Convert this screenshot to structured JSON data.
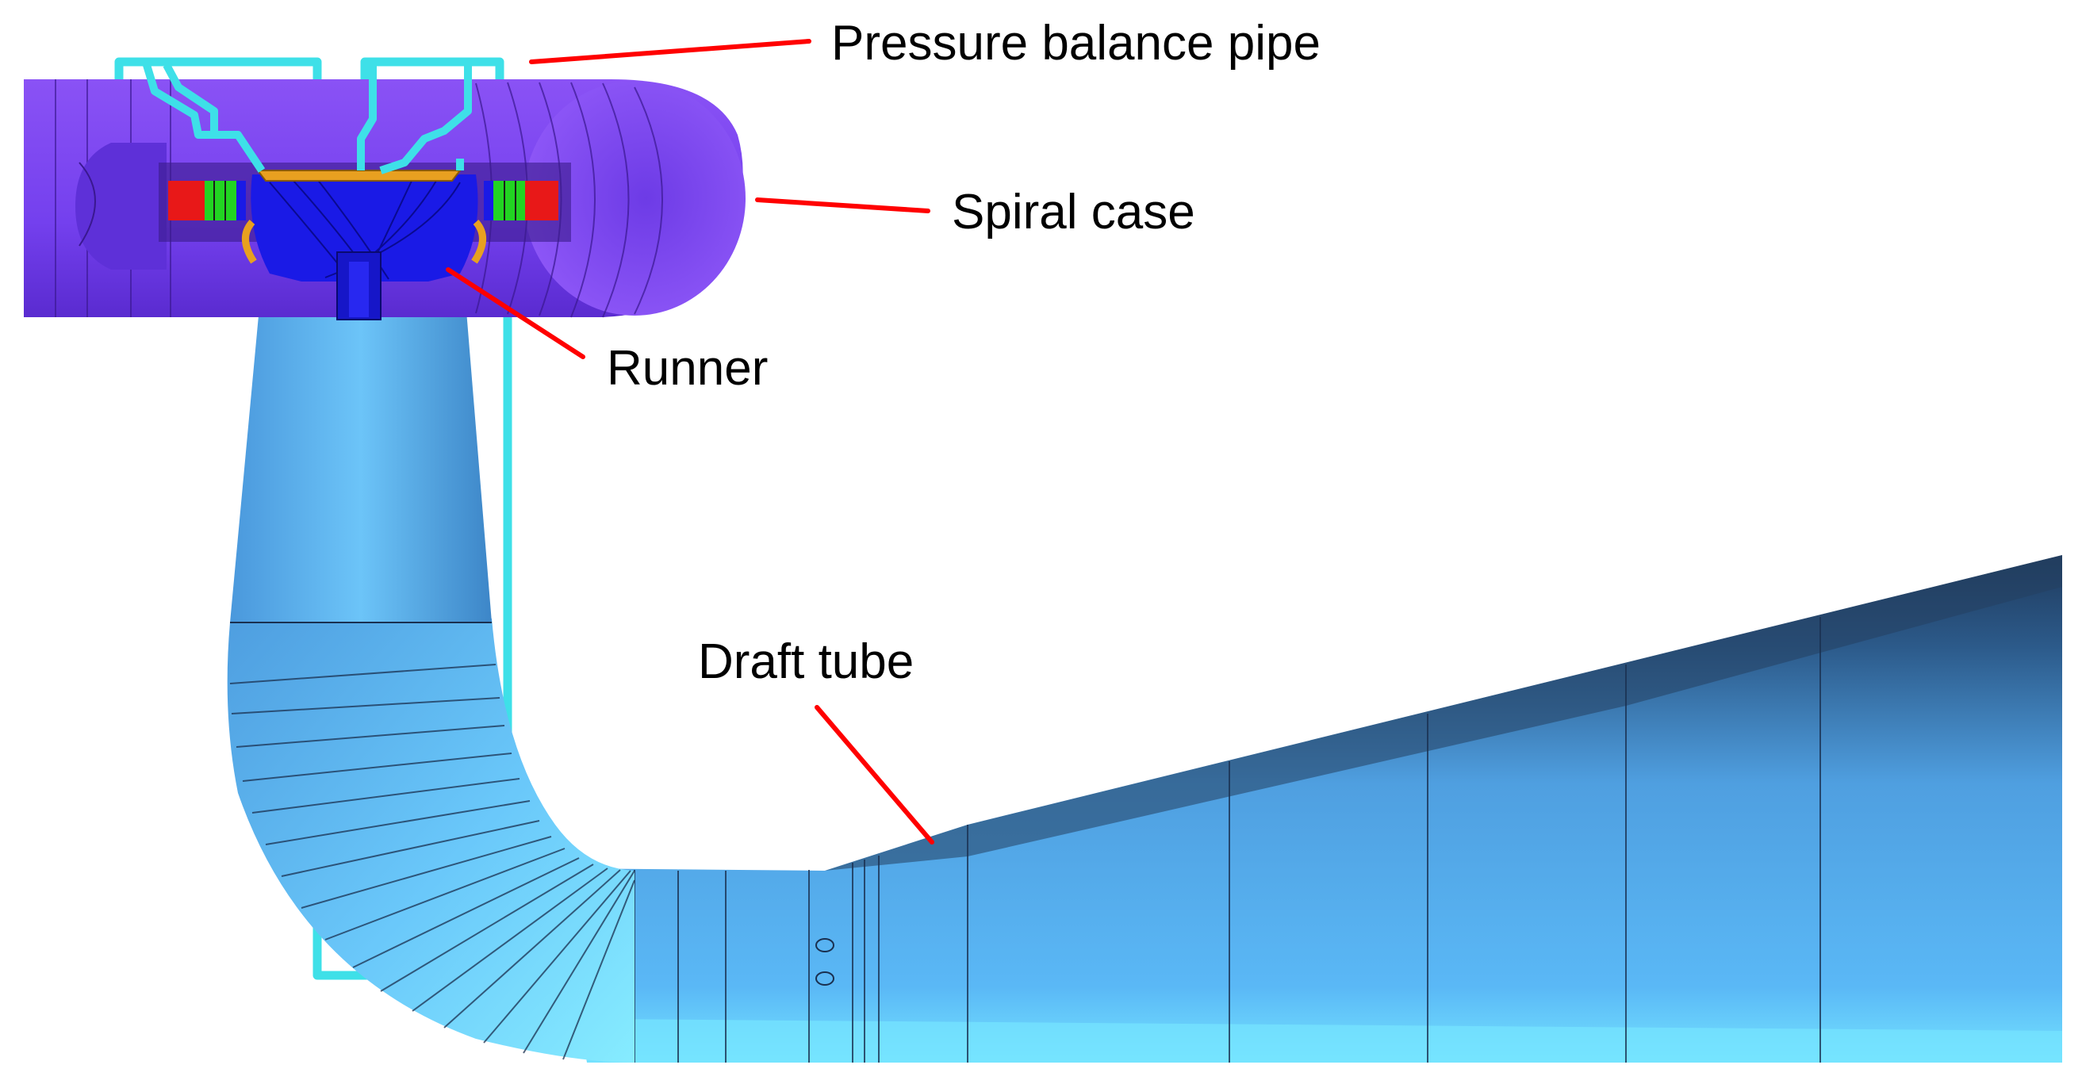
{
  "labels": {
    "pressure_balance_pipe": "Pressure balance pipe",
    "spiral_case": "Spiral case",
    "runner": "Runner",
    "draft_tube": "Draft tube"
  },
  "colors": {
    "spiral_case": "#7b3ff2",
    "spiral_case_dark": "#4a1fb0",
    "runner": "#1a1ae6",
    "draft_tube": "#5ab4f5",
    "draft_tube_shadow": "#2a4f78",
    "draft_tube_light": "#7fe4ff",
    "pressure_pipe": "#3ee0e8",
    "guide_vane_red": "#e81818",
    "guide_vane_green": "#22d422",
    "stay_ring": "#e8a020",
    "leader_line": "#ff0000"
  }
}
